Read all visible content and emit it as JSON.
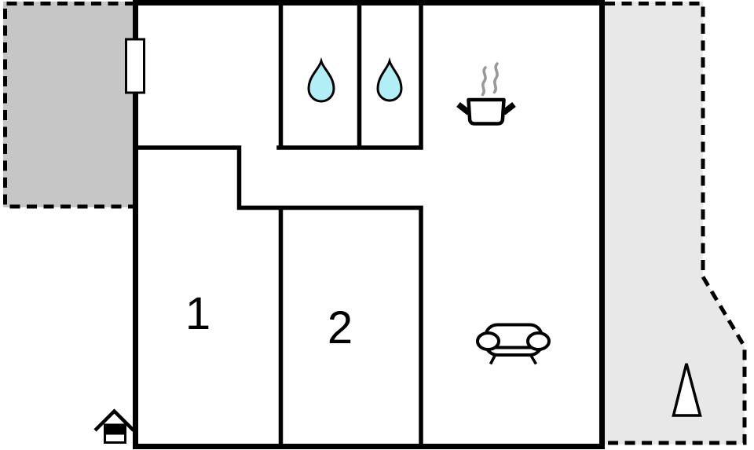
{
  "floor_plan": {
    "rooms": [
      {
        "id": "room-1",
        "label": "1"
      },
      {
        "id": "room-2",
        "label": "2"
      }
    ],
    "areas": {
      "terrace_top_left": "dashed gray outdoor area",
      "garden_right": "dashed light-gray outdoor area"
    },
    "icons": {
      "bathroom_left": "water-drop-icon",
      "bathroom_right": "water-drop-icon",
      "kitchen": "cooking-pot-icon",
      "kitchen_steam": "steam-icon",
      "living_room": "sofa-icon",
      "outside_bottom_left": "house-icon",
      "garden": "tree-icon",
      "left_wall": "window-icon"
    }
  },
  "colors": {
    "wall": "#000000",
    "terrace_fill": "#c6c6c6",
    "garden_fill": "#e8e8e8",
    "water_drop": "#b2eef5",
    "steam": "#999999",
    "background": "#ffffff"
  }
}
